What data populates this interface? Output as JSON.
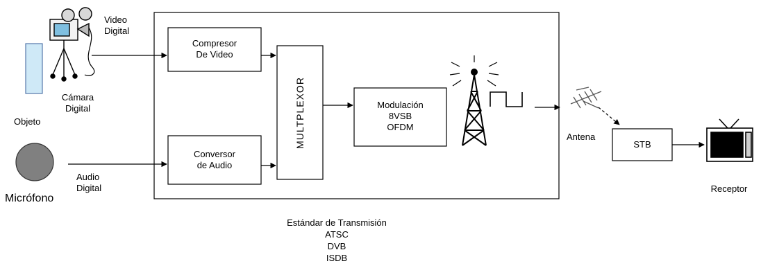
{
  "labels": {
    "video_digital": "Video\nDigital",
    "camara_digital": "Cámara\nDigital",
    "objeto": "Objeto",
    "audio_digital": "Audio\nDigital",
    "microfono": "Micrófono",
    "compresor": "Compresor\nDe Video",
    "conversor": "Conversor\nde Audio",
    "multiplexor": "MULTPLEXOR",
    "modulacion": "Modulación\n8VSB\nOFDM",
    "antena": "Antena",
    "stb": "STB",
    "receptor": "Receptor",
    "estandar_title": "Estándar de  Transmisión",
    "estandares": [
      "ATSC",
      "DVB",
      "ISDB"
    ]
  },
  "colors": {
    "stroke": "#000000",
    "object_fill": "#cfe9f7",
    "object_stroke": "#5577aa",
    "mic_fill": "#808080",
    "mic_stroke": "#333333"
  }
}
